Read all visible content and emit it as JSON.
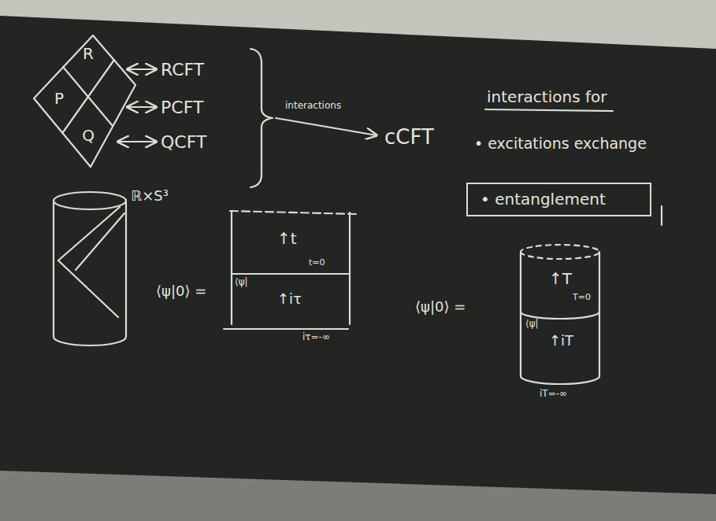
{
  "diagram": {
    "nodes": [
      {
        "text": [
          "R"
        ]
      },
      {
        "text": [
          "P"
        ]
      },
      {
        "text": [
          "Q"
        ]
      },
      {
        "text": [
          "• entanglement"
        ]
      },
      {
        "text": [
          "ℝ×S³"
        ]
      },
      {
        "text": [
          "↑t",
          "t=0",
          "⟨ψ|",
          "↑iτ",
          "iτ=-∞"
        ]
      },
      {
        "text": [
          "↑T",
          "T=0",
          "⟨ψ|",
          "↑iT",
          "iT=-∞"
        ]
      }
    ],
    "labels": [
      "RCFT",
      "PCFT",
      "QCFT",
      "interactions",
      "cCFT",
      "interactions for",
      "• excitations exchange",
      "⟨ψ|0⟩ =",
      "⟨ψ|0⟩ ="
    ]
  }
}
